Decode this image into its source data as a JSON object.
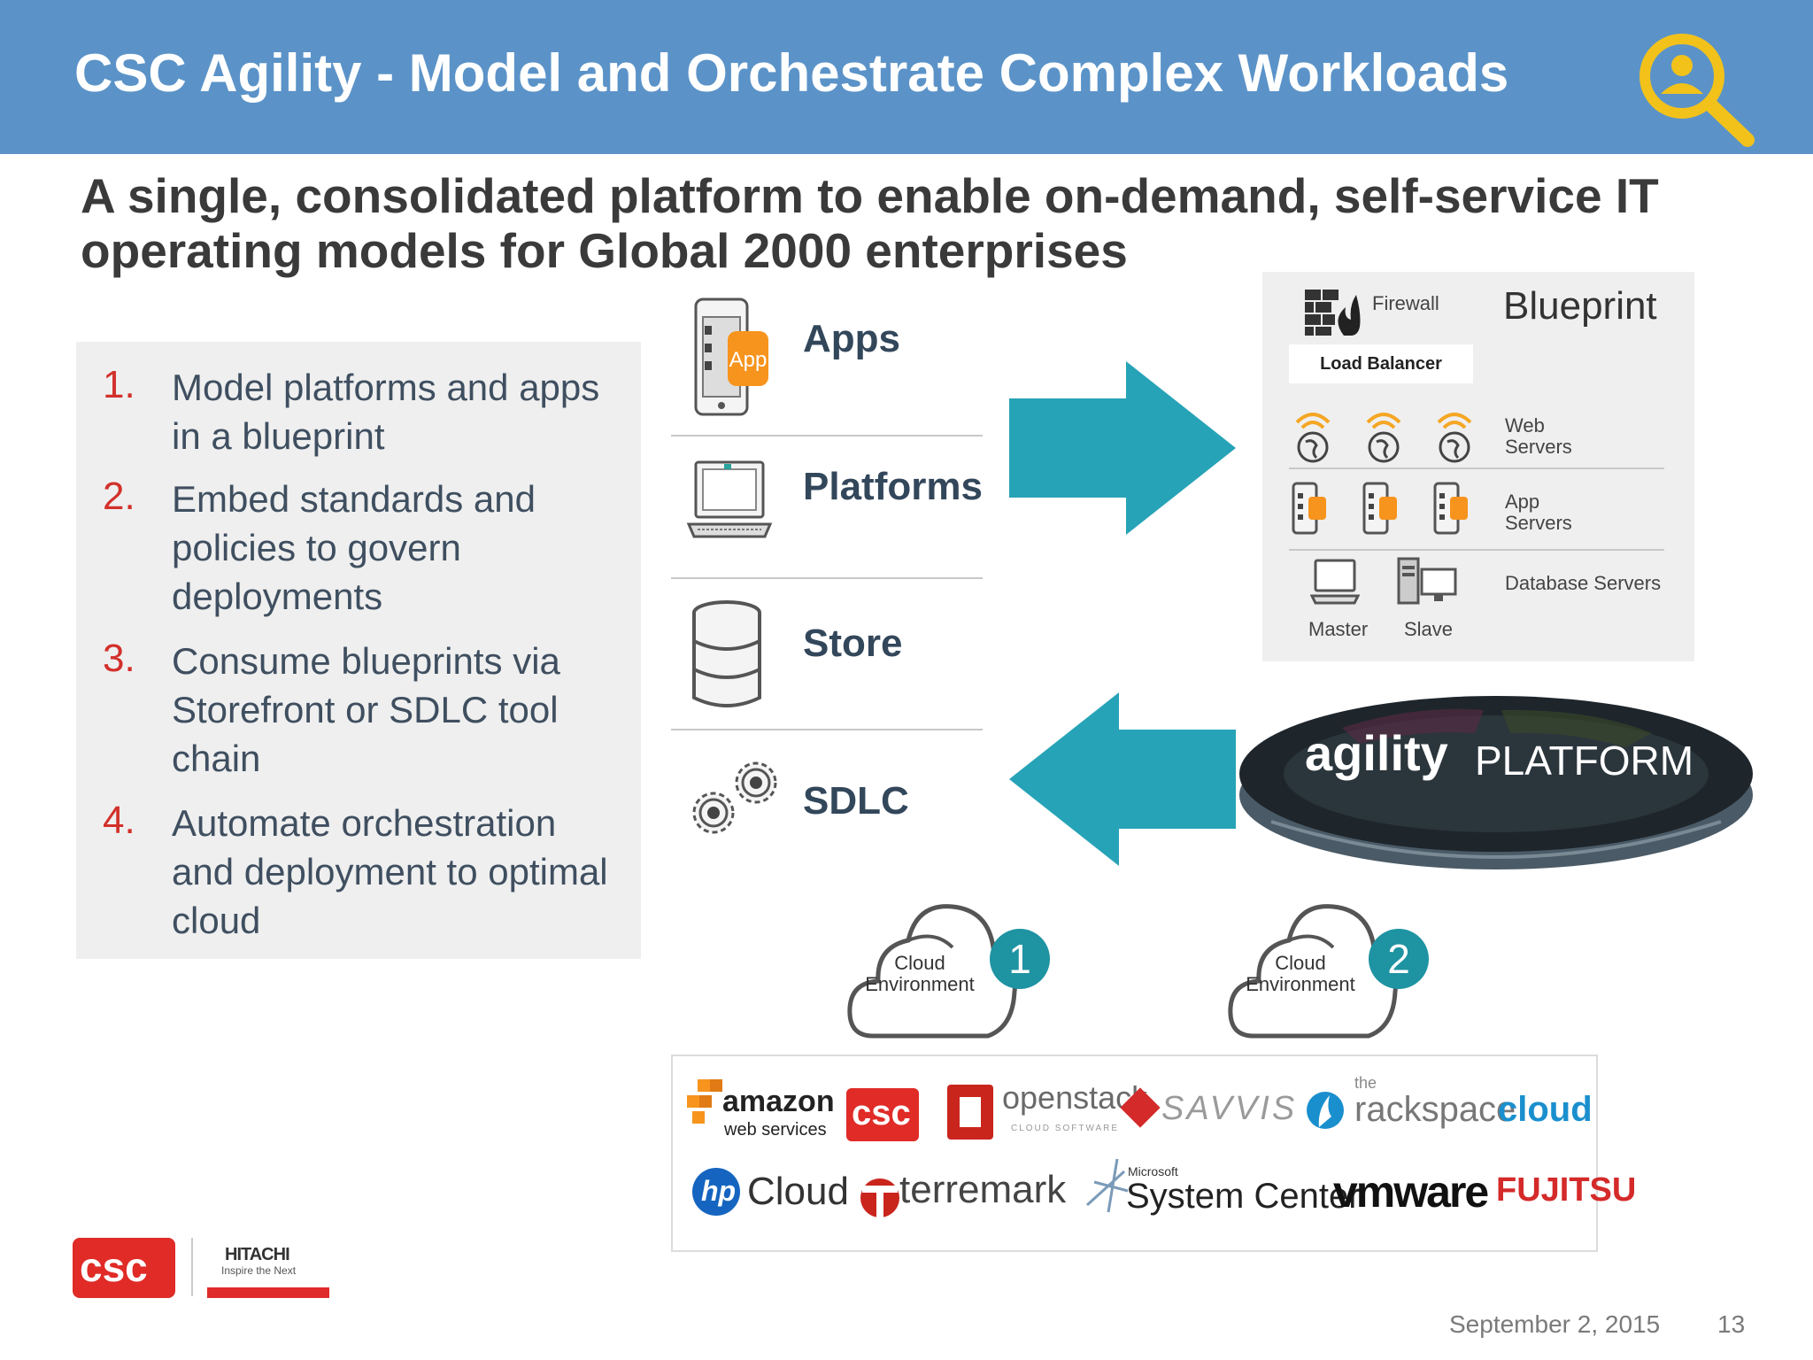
{
  "header": {
    "title": "CSC Agility - Model and Orchestrate Complex Workloads",
    "icon": "search-person-icon",
    "background_color": "#5b93c8",
    "icon_color": "#f2c21b"
  },
  "subtitle": "A single, consolidated platform to enable on-demand, self-service IT operating models for Global 2000 enterprises",
  "steps": [
    {
      "number": "1.",
      "text": "Model platforms and apps in a blueprint"
    },
    {
      "number": "2.",
      "text": "Embed standards and policies to govern deployments"
    },
    {
      "number": "3.",
      "text": "Consume blueprints via Storefront or SDLC tool chain"
    },
    {
      "number": "4.",
      "text": "Automate orchestration and deployment to optimal cloud"
    }
  ],
  "categories": [
    {
      "label": "Apps",
      "icon": "mobile-app-icon"
    },
    {
      "label": "Platforms",
      "icon": "laptop-icon"
    },
    {
      "label": "Store",
      "icon": "database-icon"
    },
    {
      "label": "SDLC",
      "icon": "gears-icon"
    }
  ],
  "blueprint": {
    "title": "Blueprint",
    "firewall": "Firewall",
    "load_balancer": "Load Balancer",
    "web_servers": [
      "Web",
      "Servers"
    ],
    "app_servers": [
      "App",
      "Servers"
    ],
    "database_servers": "Database Servers",
    "master": "Master",
    "slave": "Slave"
  },
  "agility_platform": {
    "wordmark": "agility",
    "platform": "PLATFORM"
  },
  "clouds": [
    {
      "label_lines": [
        "Cloud",
        "Environment"
      ],
      "number": "1"
    },
    {
      "label_lines": [
        "Cloud",
        "Environment"
      ],
      "number": "2"
    }
  ],
  "providers": {
    "amazon": {
      "name": "amazon",
      "sub": "web services"
    },
    "csc": "csc",
    "openstack": {
      "name": "openstack",
      "sub": "CLOUD SOFTWARE"
    },
    "savvis": "SAVVIS",
    "rackspace": {
      "the": "the",
      "name": "rackspace",
      "suffix": "cloud"
    },
    "hp": {
      "mark": "hp",
      "name": "Cloud"
    },
    "terremark": "terremark",
    "system_center": {
      "brand": "Microsoft",
      "name": "System Center"
    },
    "vmware": "vmware",
    "fujitsu": "FUJITSU"
  },
  "footer_logos": {
    "csc": "csc",
    "hitachi": "HITACHI",
    "hitachi_tagline": "Inspire the Next"
  },
  "footer": {
    "date": "September 2, 2015",
    "page": "13"
  },
  "colors": {
    "arrow": "#27a3b7",
    "step_number": "#d2302b",
    "badge": "#1e93a2"
  }
}
